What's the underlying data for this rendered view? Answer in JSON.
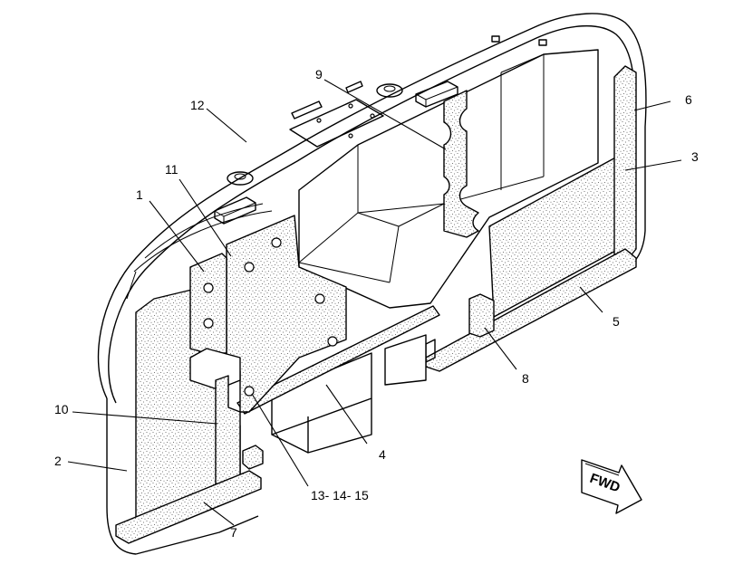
{
  "callouts": {
    "c1": "1",
    "c2": "2",
    "c3": "3",
    "c4": "4",
    "c5": "5",
    "c6": "6",
    "c7": "7",
    "c8": "8",
    "c9": "9",
    "c10": "10",
    "c11": "11",
    "c12": "12",
    "c13": "13- 14- 15"
  },
  "direction_arrow": {
    "label": "FWD",
    "icon": "forward-arrow-icon"
  },
  "colors": {
    "line": "#000000",
    "background": "#ffffff",
    "foam_dots": "#555555"
  }
}
